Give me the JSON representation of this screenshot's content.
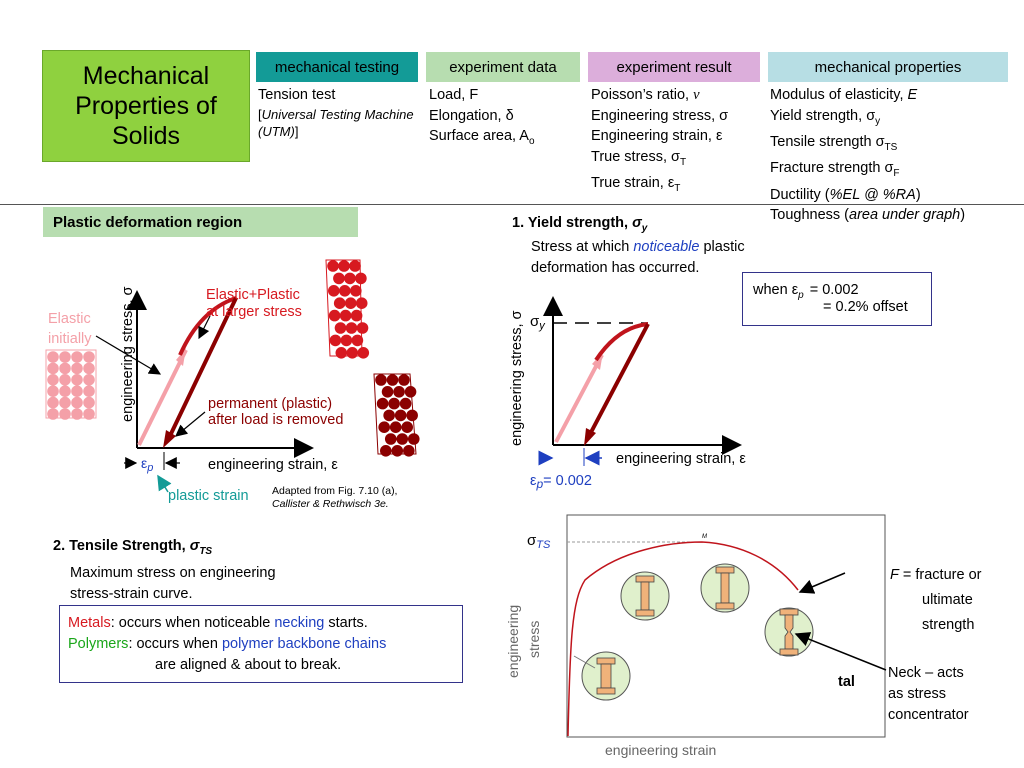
{
  "title": "Mechanical\nProperties of\nSolids",
  "headers": [
    {
      "label": "mechanical testing",
      "bg": "#139b97"
    },
    {
      "label": "experiment data",
      "bg": "#b7ddb0"
    },
    {
      "label": "experiment result",
      "bg": "#dcaedb"
    },
    {
      "label": "mechanical properties",
      "bg": "#b7dee4"
    }
  ],
  "testing": {
    "line1": "Tension test",
    "bracket_open": "[",
    "machine": "Universal Testing Machine (UTM)",
    "bracket_close": "]"
  },
  "data_items": [
    {
      "text": "Load, F",
      "sym": "",
      "sub": ""
    },
    {
      "text": "Elongation, ",
      "sym": "δ",
      "sub": ""
    },
    {
      "text": "Surface area, A",
      "sym": "",
      "sub": "o"
    }
  ],
  "result_items": [
    {
      "text": "Poisson’s ratio, ",
      "sym": "ν",
      "sub": ""
    },
    {
      "text": "Engineering stress, ",
      "sym": "σ",
      "sub": ""
    },
    {
      "text": "Engineering strain, ",
      "sym": "ε",
      "sub": ""
    },
    {
      "text": "True stress, ",
      "sym": "σ",
      "sub": "T"
    },
    {
      "text": "True strain, ",
      "sym": "ε",
      "sub": "T"
    }
  ],
  "properties_items": {
    "modulus": "Modulus of elasticity, ",
    "modulus_sym": "E",
    "yield": "Yield strength, ",
    "yield_sym": "σ",
    "yield_sub": "y",
    "tensile": "Tensile strength ",
    "tensile_sym": "σ",
    "tensile_sub": "TS",
    "fracture": "Fracture strength ",
    "fracture_sym": "σ",
    "fracture_sub": "F",
    "ductility": "Ductility (",
    "ductility_em": "%EL @ %RA",
    "ductility_close": ")",
    "toughness": "Toughness (",
    "toughness_em": "area under graph",
    "toughness_close": ")"
  },
  "section_title": "Plastic deformation region",
  "left_diagram": {
    "y_axis": "engineering stress, σ",
    "x_axis": "engineering strain, ε",
    "elastic_label": "Elastic\ninitially",
    "elastic_plastic": "Elastic+Plastic\nat larger stress",
    "permanent": "permanent (plastic)\nafter load is removed",
    "ep_sym": "ε",
    "ep_sub": "p",
    "plastic_strain": "plastic strain",
    "adapted_line1": "Adapted from Fig. 7.10 (a),",
    "adapted_line2": "Callister & Rethwisch 3e."
  },
  "yield": {
    "heading": "1. Yield strength, ",
    "heading_sym": "σ",
    "heading_sub": "y",
    "desc1": "Stress at which ",
    "desc_em": "noticeable",
    "desc2": " plastic",
    "desc3": "deformation has occurred.",
    "when": "when ",
    "when_sym": "ε",
    "when_sub": "p",
    "when_val": "= 0.002",
    "offset": "= 0.2% offset",
    "y_axis": "engineering stress, σ",
    "x_axis": "engineering strain, ε",
    "sy_sym": "σ",
    "sy_sub": "y",
    "ep_sym": "ε",
    "ep_sub": "p",
    "ep_val": "= 0.002"
  },
  "tensile": {
    "heading": "2. Tensile Strength, ",
    "heading_sym": "σ",
    "heading_sub": "TS",
    "desc1": "Maximum stress on engineering",
    "desc2": "stress-strain curve.",
    "metals_label": "Metals",
    "metals_text": ":  occurs when noticeable ",
    "necking": "necking",
    "metals_end": " starts.",
    "polymers_label": "Polymers",
    "polymers_text": ":  occurs when ",
    "polymer_chains": "polymer backbone chains",
    "polymers_line2": "are aligned & about to break.",
    "sts_sym": "σ",
    "sts_sub": "TS",
    "m_label": "M",
    "f_label": "F",
    "f_text": " = fracture or",
    "f_line2": "ultimate",
    "f_line3": "strength",
    "neck1": "Neck – acts",
    "neck2": "as stress",
    "neck3": "concentrator",
    "tal": "tal",
    "y_axis1": "engineering",
    "y_axis2": "stress",
    "x_axis": "engineering strain"
  },
  "colors": {
    "red": "#d71920",
    "darkred": "#8b0000",
    "pink": "#f4a0a8",
    "blue": "#1e3fc0",
    "teal": "#139b97",
    "green": "#1aa61a",
    "sienna": "#f0a070"
  }
}
